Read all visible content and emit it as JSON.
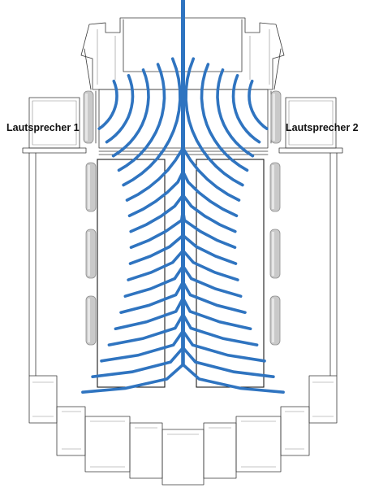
{
  "labels": {
    "speaker_left": "Lautsprecher 1",
    "speaker_right": "Lautsprecher 2"
  },
  "colors": {
    "wave": "#2f74c0",
    "column_fill": "#c9c9c9",
    "column_edge": "#8e8e8e",
    "outline": "#3a3a3a"
  },
  "icons": {
    "speaker": "loudspeaker-column",
    "wave": "sound-wave-arc"
  }
}
